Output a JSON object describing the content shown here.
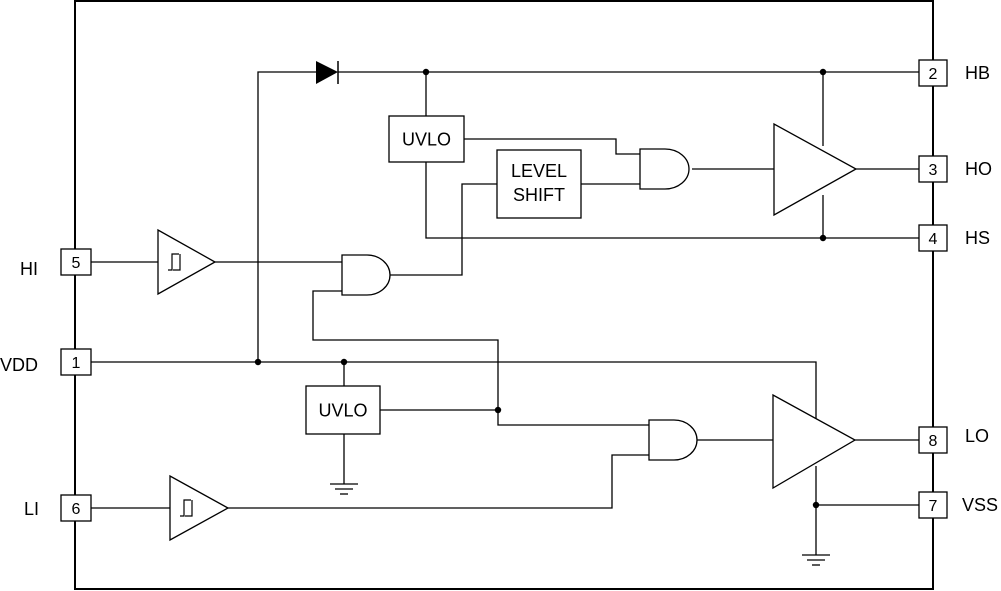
{
  "pins": {
    "hb": {
      "number": "2",
      "name": "HB"
    },
    "ho": {
      "number": "3",
      "name": "HO"
    },
    "hs": {
      "number": "4",
      "name": "HS"
    },
    "hi": {
      "number": "5",
      "name": "HI"
    },
    "vdd": {
      "number": "1",
      "name": "VDD"
    },
    "li": {
      "number": "6",
      "name": "LI"
    },
    "lo": {
      "number": "8",
      "name": "LO"
    },
    "vss": {
      "number": "7",
      "name": "VSS"
    }
  },
  "blocks": {
    "uvlo_high": {
      "label": "UVLO"
    },
    "uvlo_low": {
      "label": "UVLO"
    },
    "level_shift": {
      "line1": "LEVEL",
      "line2": "SHIFT"
    }
  },
  "icons": {
    "bootstrap_diode": "diode-icon",
    "ground": "ground-icon",
    "schmitt": "schmitt-trigger-icon"
  },
  "colors": {
    "line": "#000000",
    "background": "#ffffff"
  }
}
